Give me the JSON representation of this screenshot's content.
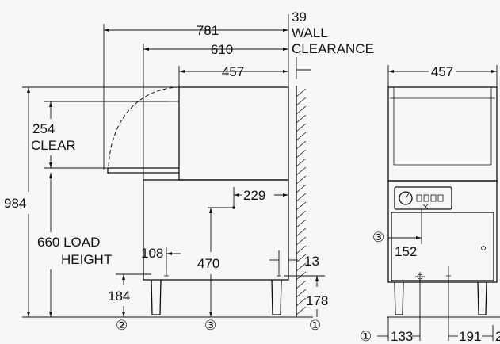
{
  "dimensions": {
    "width_781": "781",
    "width_610": "610",
    "width_457_side": "457",
    "width_457_front": "457",
    "wall_clearance_value": "39",
    "wall_clearance_line1": "WALL",
    "wall_clearance_line2": "CLEARANCE",
    "clear_value": "254",
    "clear_label": "CLEAR",
    "height_984": "984",
    "load_height_value": "660 LOAD",
    "load_height_label": "HEIGHT",
    "dim_229": "229",
    "dim_470": "470",
    "dim_108": "108",
    "dim_13": "13",
    "dim_184": "184",
    "dim_178": "178",
    "dim_152": "152",
    "dim_133": "133",
    "dim_191": "191"
  },
  "markers": {
    "m1_side": "①",
    "m2_side": "②",
    "m3_side": "③",
    "m1_front": "①",
    "m3_front": "③",
    "m2_front_partial": "2"
  }
}
